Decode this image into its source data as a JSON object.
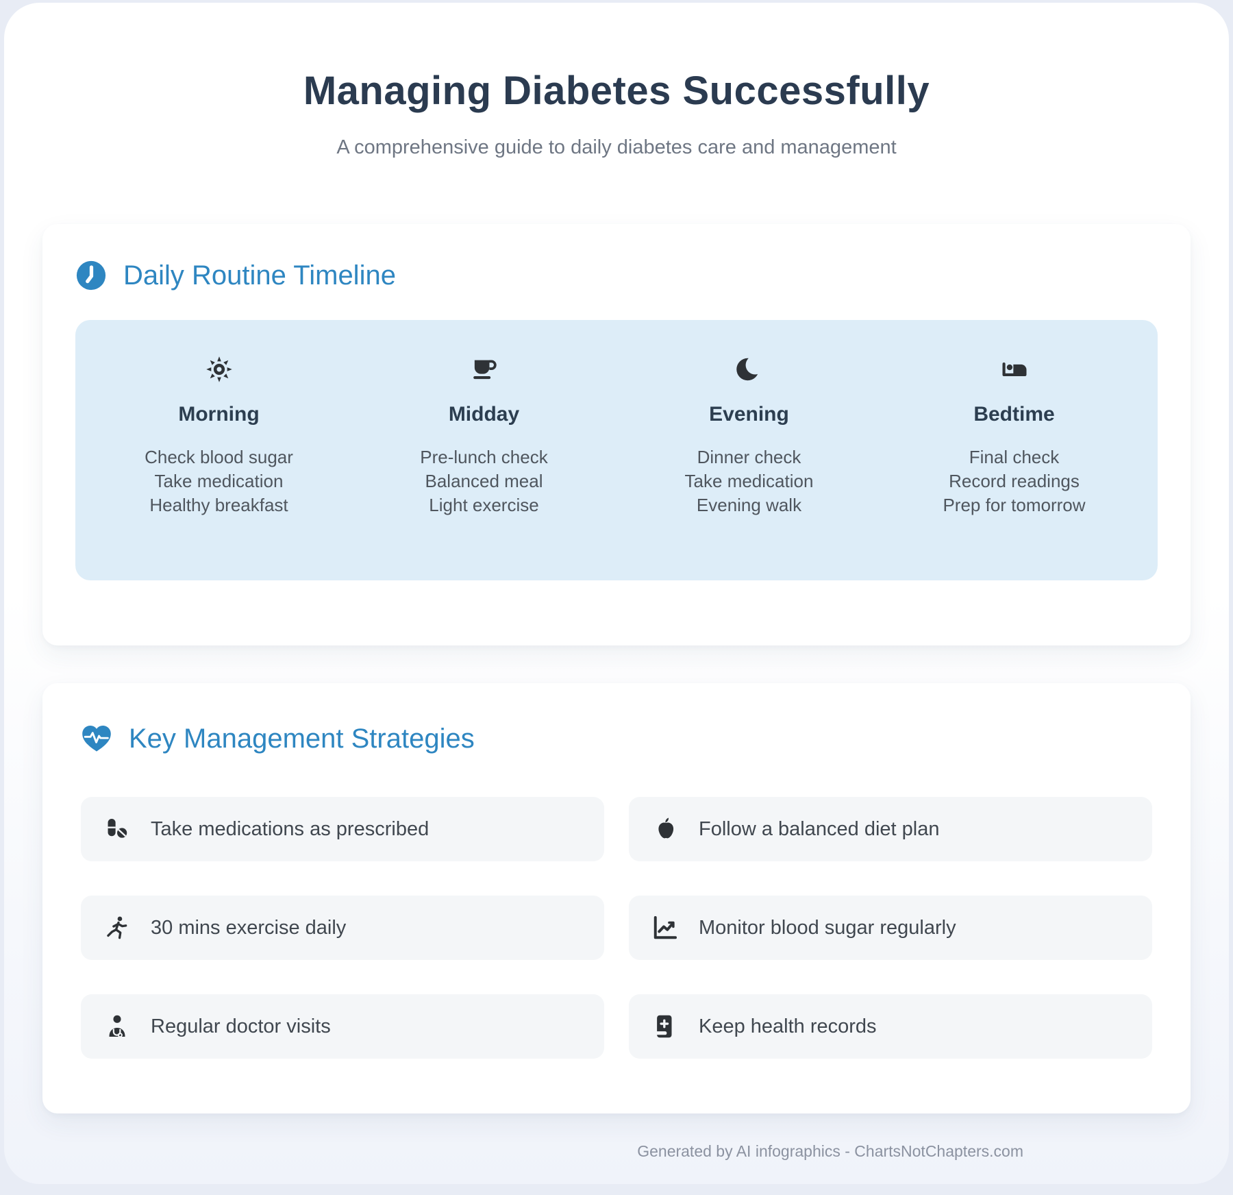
{
  "page": {
    "title": "Managing Diabetes Successfully",
    "subtitle": "A comprehensive guide to daily diabetes care and management",
    "footer": "Generated by AI infographics - ChartsNotChapters.com"
  },
  "colors": {
    "accent_blue": "#2e86c1",
    "heading_dark": "#2c3e50",
    "timeline_panel_bg": "#ddedf8",
    "strategy_card_bg": "#f4f6f8",
    "icon_dark": "#2e3236"
  },
  "timeline": {
    "heading": "Daily Routine Timeline",
    "heading_icon": "clock-icon",
    "columns": [
      {
        "icon": "sun-icon",
        "title": "Morning",
        "items": [
          "Check blood sugar",
          "Take medication",
          "Healthy breakfast"
        ]
      },
      {
        "icon": "coffee-icon",
        "title": "Midday",
        "items": [
          "Pre-lunch check",
          "Balanced meal",
          "Light exercise"
        ]
      },
      {
        "icon": "moon-icon",
        "title": "Evening",
        "items": [
          "Dinner check",
          "Take medication",
          "Evening walk"
        ]
      },
      {
        "icon": "bed-icon",
        "title": "Bedtime",
        "items": [
          "Final check",
          "Record readings",
          "Prep for tomorrow"
        ]
      }
    ]
  },
  "strategies": {
    "heading": "Key Management Strategies",
    "heading_icon": "heart-pulse-icon",
    "items": [
      {
        "icon": "pills-icon",
        "label": "Take medications as prescribed"
      },
      {
        "icon": "apple-icon",
        "label": "Follow a balanced diet plan"
      },
      {
        "icon": "runner-icon",
        "label": "30 mins exercise daily"
      },
      {
        "icon": "chart-up-icon",
        "label": "Monitor blood sugar regularly"
      },
      {
        "icon": "doctor-icon",
        "label": "Regular doctor visits"
      },
      {
        "icon": "health-book-icon",
        "label": "Keep health records"
      }
    ]
  }
}
